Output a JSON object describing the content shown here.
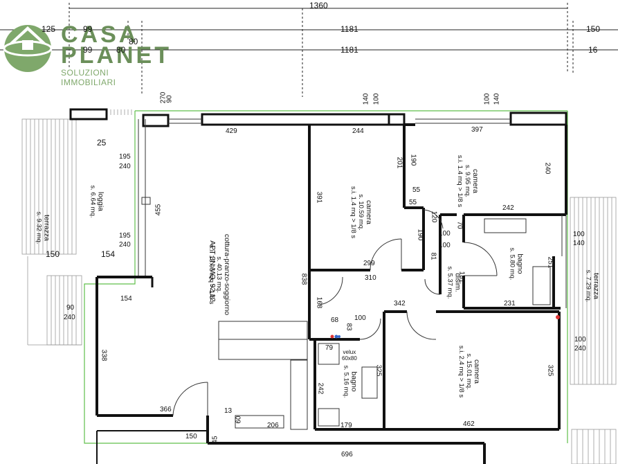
{
  "logo": {
    "name_line1": "CASA",
    "name_line2": "PLANET",
    "tagline": "SOLUZIONI IMMOBILIARI",
    "color": "#6b8f5a"
  },
  "dimensions_top": {
    "total": "1360",
    "row1_left": "125",
    "row1_a": "99",
    "row1_mid": "1181",
    "row1_right": "150",
    "row2_a": "99",
    "row2_b": "80",
    "row2_c": "80",
    "row2_mid": "1181",
    "row2_right": "16"
  },
  "plan_title": "APT 3N MQ. 92,12",
  "rooms": {
    "loggia": {
      "name": "loggia",
      "area": "s. 6.64 mq."
    },
    "terrazza_left": {
      "name": "terrazza",
      "area": "s. 9.32 mq."
    },
    "soggiorno": {
      "name": "cottura-pranzo-soggiorno",
      "area": "s. 40.13 mq.",
      "window": "s.i. 13.95 mq > 1/8 s"
    },
    "camera_1": {
      "name": "camera",
      "area": "s. 10.59 mq.",
      "window": "s.i. 1.4 mq > 1/8 s"
    },
    "camera_2": {
      "name": "camera",
      "area": "s. 9.95 mq.",
      "window": "s.i. 1.4 mq > 1/8 s"
    },
    "bagno_1": {
      "name": "bagno",
      "area": "s. 5.80 mq."
    },
    "disim": {
      "name": "disim.",
      "area": "s. 5.37 mq."
    },
    "terrazza_right": {
      "name": "terrazza",
      "area": "s. 7.29 mq."
    },
    "camera_3": {
      "name": "camera",
      "area": "s. 15.01 mq.",
      "window": "s.i. 2.4 mq > 1/8 s"
    },
    "bagno_2": {
      "name": "bagno",
      "area": "s. 5.16 mq."
    },
    "velux": {
      "name": "velux",
      "size": "60x80"
    }
  },
  "measures": {
    "m270": "270",
    "m90a": "90",
    "m140a": "140",
    "m100a": "100",
    "m100b": "100",
    "m140b": "140",
    "m429": "429",
    "m244": "244",
    "m397": "397",
    "m25": "25",
    "m195a": "195",
    "m240a": "240",
    "m195b": "195",
    "m240b": "240",
    "m150": "150",
    "m154a": "154",
    "m154b": "154",
    "m455": "455",
    "m391": "391",
    "m201": "201",
    "m190a": "190",
    "m55a": "55",
    "m55b": "55",
    "m240c": "240",
    "m242": "242",
    "m120": "120",
    "m70": "70",
    "m100c": "100",
    "m100d": "100",
    "m190b": "190",
    "m81": "81",
    "m299": "299",
    "m310": "310",
    "m838": "838",
    "m181": "181",
    "m100e": "100",
    "m140c": "140",
    "m251": "251",
    "m231": "231",
    "m342": "342",
    "m168": "168",
    "m68": "68",
    "m83": "83",
    "m100f": "100",
    "m90b": "90",
    "m240d": "240",
    "m338": "338",
    "m79": "79",
    "m325a": "325",
    "m325b": "325",
    "m242b": "242",
    "m100g": "100",
    "m240e": "240",
    "m366": "366",
    "m13": "13",
    "m60": "60",
    "m206": "206",
    "m179": "179",
    "m462": "462",
    "m150b": "150",
    "m45": "45",
    "m696": "696"
  }
}
